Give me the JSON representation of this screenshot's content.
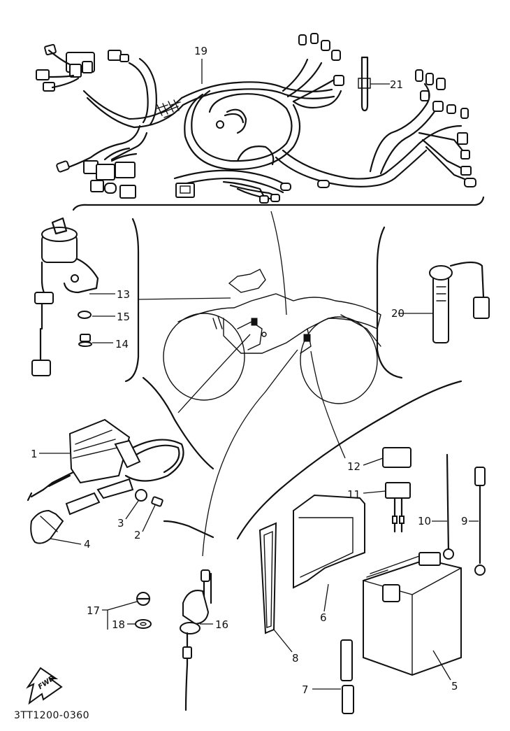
{
  "diagram": {
    "code": "3TT1200-0360",
    "fwd_label": "FWD",
    "callouts": {
      "c1": "1",
      "c2": "2",
      "c3": "3",
      "c4": "4",
      "c5": "5",
      "c6": "6",
      "c7": "7",
      "c8": "8",
      "c9": "9",
      "c10": "10",
      "c11": "11",
      "c12": "12",
      "c13": "13",
      "c14": "14",
      "c15": "15",
      "c16": "16",
      "c17": "17",
      "c18": "18",
      "c19": "19",
      "c20": "20",
      "c21": "21"
    }
  }
}
